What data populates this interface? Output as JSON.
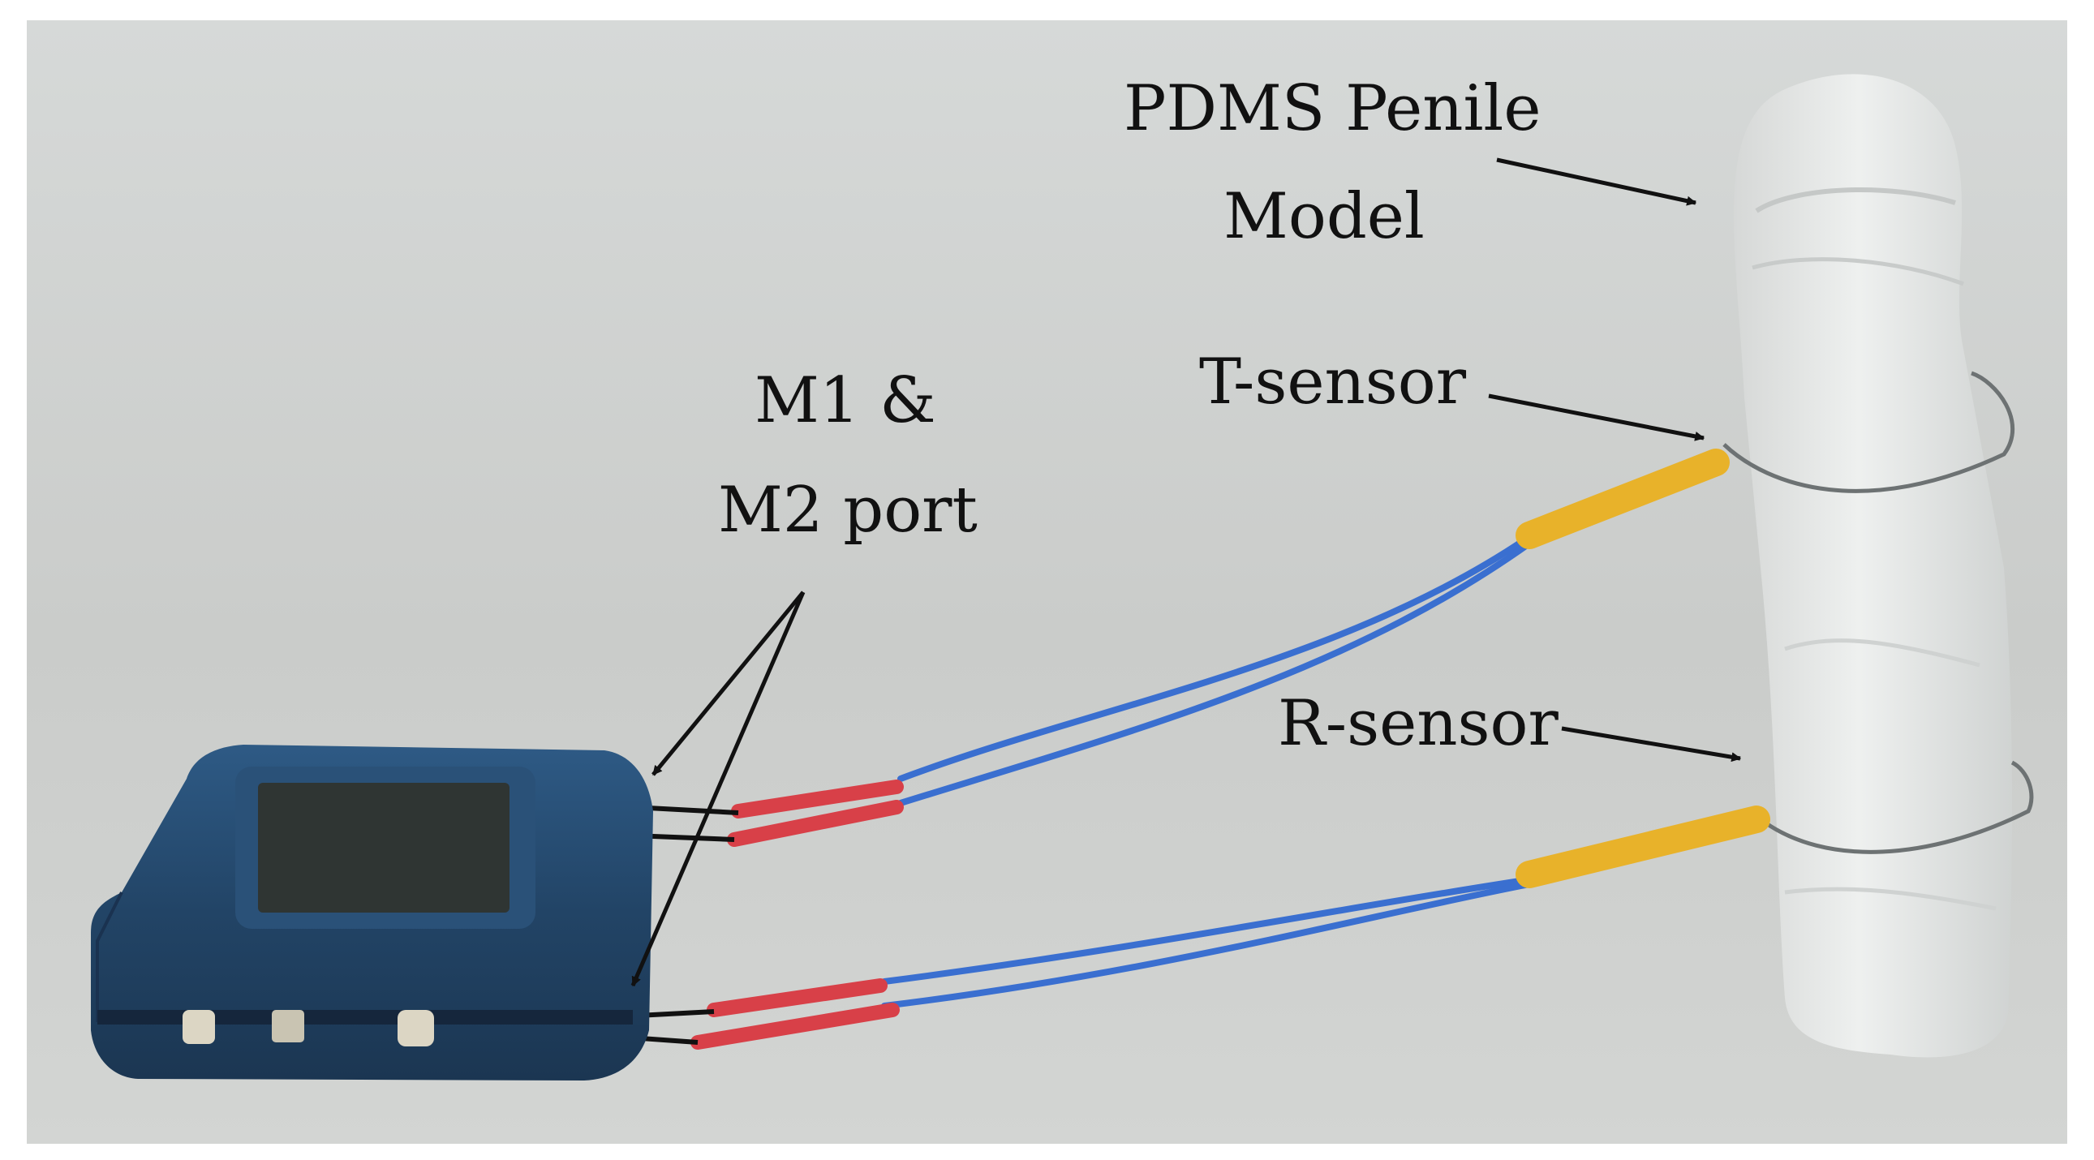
{
  "labels": {
    "pdms_line1": "PDMS Penile",
    "pdms_line2": "Model",
    "t_sensor": "T-sensor",
    "m_port_line1": "M1 &",
    "m_port_line2": "M2 port",
    "r_sensor": "R-sensor"
  },
  "colors": {
    "background": "#c9cdcc",
    "device_body": "#25476a",
    "screen": "#2f3533",
    "wire_blue": "#3a6fd0",
    "heatshrink_red": "#d84048",
    "heatshrink_yellow": "#e8b22a",
    "model": "#e4e6e5",
    "arrow": "#111111"
  }
}
